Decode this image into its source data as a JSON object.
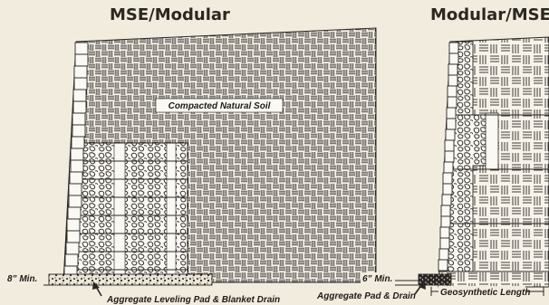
{
  "panels": {
    "left": {
      "title": "MSE/Modular",
      "label_soil": "Compacted Natural Soil",
      "label_min": "8” Min.",
      "label_pad": "Aggregate Leveling Pad & Blanket Drain"
    },
    "right": {
      "title": "Modular/MSE",
      "label_min": "6” Min.",
      "label_pad": "Aggregate Pad & Drain",
      "label_length": "Geosynthetic Length"
    }
  },
  "colors": {
    "background": "#f2ecdf",
    "ink": "#1f1c19",
    "stone_fill": "#fbf9f3"
  }
}
